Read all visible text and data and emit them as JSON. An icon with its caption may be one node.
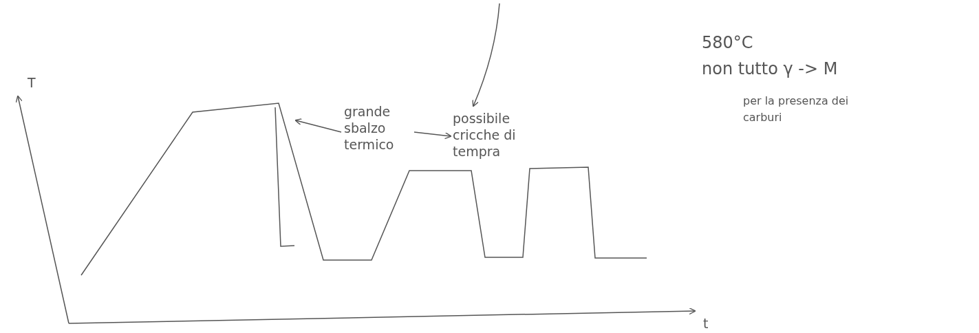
{
  "diagram": {
    "nodes": [
      {
        "text": [
          "grande sbalzo termico"
        ]
      },
      {
        "text": [
          "possibile cricche di tempra"
        ]
      },
      {
        "text": [],
        "shape": "bracket"
      }
    ],
    "edges": [
      {
        "from": 0,
        "to": 1,
        "arrow": "to"
      },
      {
        "from": 0,
        "to": 2,
        "arrow": "to"
      },
      {
        "from": null,
        "to": 1,
        "arrow": "to"
      }
    ],
    "labels": [
      "T",
      "580°C",
      "non tutto γ -> M",
      "per la presenza dei carburi",
      "t"
    ]
  }
}
